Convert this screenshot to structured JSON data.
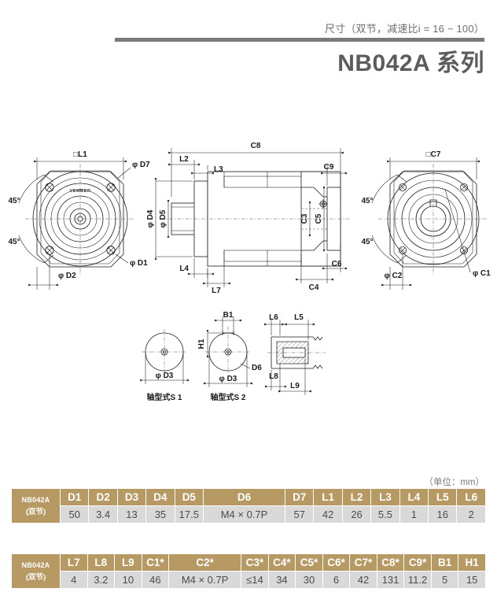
{
  "header": {
    "subtitle": "尺寸（双节，减速比i = 16 ~ 100）",
    "title": "NB042A 系列"
  },
  "unit_note": "（单位：mm）",
  "drawing": {
    "front_view": {
      "labels": [
        "□L1",
        "φ D7",
        "φ D1",
        "φ D2",
        "45°",
        "45°",
        "VEMBER"
      ]
    },
    "side_view": {
      "labels": [
        "C8",
        "L2",
        "L3",
        "C9",
        "φ D4",
        "φ D5",
        "C3",
        "C5",
        "L4",
        "L7",
        "C4",
        "C6"
      ]
    },
    "rear_view": {
      "labels": [
        "□C7",
        "45°",
        "45°",
        "φ C2",
        "φ C1"
      ]
    },
    "shaft_s1": {
      "label": "轴型式S 1",
      "dims": [
        "φ D3"
      ]
    },
    "shaft_s2": {
      "label": "轴型式S 2",
      "dims": [
        "B1",
        "H1",
        "φ D3",
        "D6"
      ]
    },
    "keyway_detail": {
      "dims": [
        "L6",
        "L5",
        "L8",
        "L9"
      ]
    }
  },
  "table1": {
    "row_label_line1": "NB042A",
    "row_label_line2": "(双节)",
    "headers": [
      "D1",
      "D2",
      "D3",
      "D4",
      "D5",
      "D6",
      "D7",
      "L1",
      "L2",
      "L3",
      "L4",
      "L5",
      "L6"
    ],
    "values": [
      "50",
      "3.4",
      "13",
      "35",
      "17.5",
      "M4 × 0.7P",
      "57",
      "42",
      "26",
      "5.5",
      "1",
      "16",
      "2"
    ]
  },
  "table2": {
    "row_label_line1": "NB042A",
    "row_label_line2": "(双节)",
    "headers": [
      "L7",
      "L8",
      "L9",
      "C1*",
      "C2*",
      "C3*",
      "C4*",
      "C5*",
      "C6*",
      "C7*",
      "C8*",
      "C9*",
      "B1",
      "H1"
    ],
    "values": [
      "4",
      "3.2",
      "10",
      "46",
      "M4 × 0.7P",
      "≤14",
      "34",
      "30",
      "6",
      "42",
      "131",
      "11.2",
      "5",
      "15"
    ]
  },
  "colors": {
    "header_band": "#7a7a7a",
    "title_text": "#5c5c5c",
    "table_header": "#b79a63",
    "table_cell": "#d9d9d9",
    "line": "#1a1a1a"
  }
}
